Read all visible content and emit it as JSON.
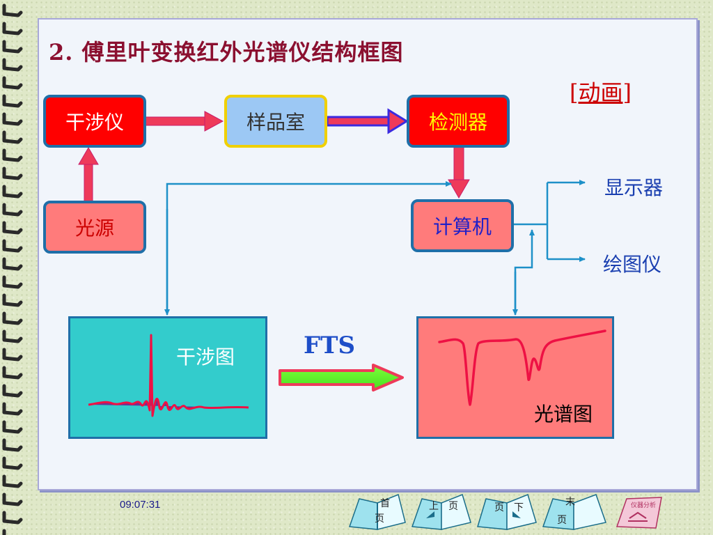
{
  "title": "2. 傅里叶变换红外光谱仪结构框图",
  "animation_link": {
    "open": "[",
    "label": "动画",
    "close": "]"
  },
  "boxes": {
    "interferometer": "干涉仪",
    "sample_room": "样品室",
    "detector": "检测器",
    "light_source": "光源",
    "computer": "计算机"
  },
  "outputs": {
    "display": "显示器",
    "plotter": "绘图仪"
  },
  "graphs": {
    "interferogram": "干涉图",
    "transform": "FTS",
    "spectrum": "光谱图"
  },
  "footer": {
    "time": "09:07:31",
    "nav": {
      "first": [
        "首",
        "页"
      ],
      "prev": [
        "上",
        "页"
      ],
      "next": [
        "页",
        "下"
      ],
      "last": [
        "末",
        "页"
      ],
      "instrument": "仪器分析"
    }
  },
  "colors": {
    "title": "#8b1030",
    "box_red": "#ff0000",
    "box_pink": "#ff7b7b",
    "box_blue": "#9cc8f4",
    "interferogram_bg": "#33cccc",
    "spectrum_bg": "#ff7b7b",
    "connector": "#1e90c8",
    "arrow": "#ee3a5a"
  }
}
